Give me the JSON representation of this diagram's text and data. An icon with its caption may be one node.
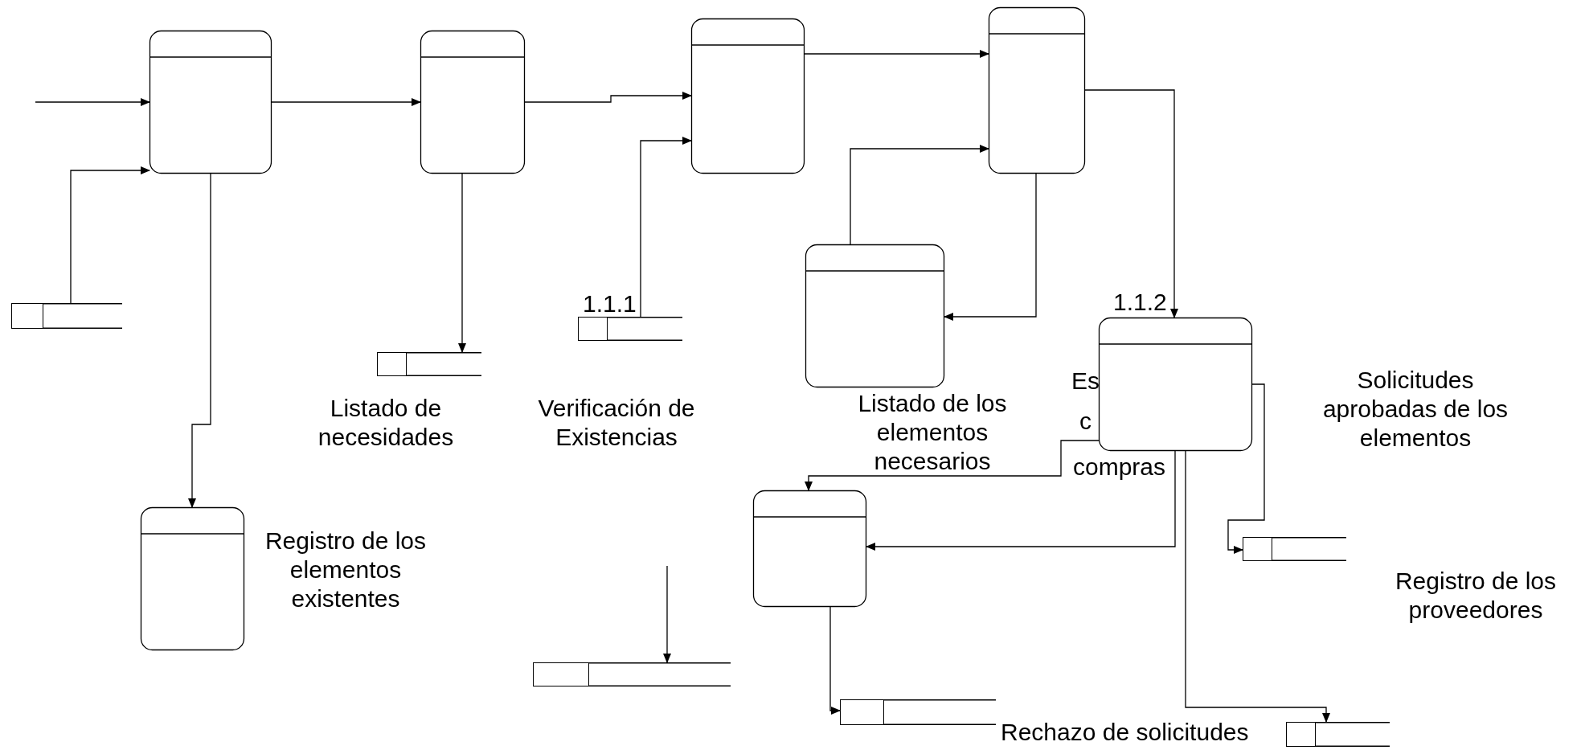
{
  "diagram": {
    "nodes": [
      {
        "text": [],
        "shape": "box"
      },
      {
        "text": [],
        "shape": "box"
      },
      {
        "text": [],
        "shape": "box"
      },
      {
        "text": [],
        "shape": "box"
      },
      {
        "text": [],
        "shape": "store"
      },
      {
        "text": [],
        "shape": "box"
      },
      {
        "text": [],
        "shape": "store"
      },
      {
        "text": [],
        "shape": "store"
      },
      {
        "text": [],
        "shape": "box"
      },
      {
        "text": [],
        "shape": "box"
      },
      {
        "text": [],
        "shape": "box"
      },
      {
        "text": [],
        "shape": "store"
      },
      {
        "text": [],
        "shape": "store"
      },
      {
        "text": [],
        "shape": "store"
      },
      {
        "text": [],
        "shape": "store"
      }
    ],
    "edges": [
      {
        "from": null,
        "to": 0,
        "arrow": "to"
      },
      {
        "from": 4,
        "to": 0,
        "arrow": "to"
      },
      {
        "from": 0,
        "to": 1,
        "arrow": "to"
      },
      {
        "from": 1,
        "to": 2,
        "arrow": "to"
      },
      {
        "from": 6,
        "to": 2,
        "arrow": "to"
      },
      {
        "from": 0,
        "to": 10,
        "arrow": "to"
      },
      {
        "from": 1,
        "to": 7,
        "arrow": "to"
      },
      {
        "from": 2,
        "to": 3,
        "arrow": "to"
      },
      {
        "from": 5,
        "to": 3,
        "arrow": "to"
      },
      {
        "from": 3,
        "to": 5,
        "arrow": "to"
      },
      {
        "from": 3,
        "to": 8,
        "arrow": "to"
      },
      {
        "from": 8,
        "to": 11,
        "arrow": "to"
      },
      {
        "from": 8,
        "to": 9,
        "arrow": "to"
      },
      {
        "from": 8,
        "to": 9,
        "arrow": "to"
      },
      {
        "from": 8,
        "to": 14,
        "arrow": "to"
      },
      {
        "from": 9,
        "to": 13,
        "arrow": "to"
      },
      {
        "from": null,
        "to": 12,
        "arrow": "to"
      }
    ],
    "labels": [
      "1.1.1",
      "1.1.2",
      "Listado de necesidades",
      "Verificación de Existencias",
      "Listado de los elementos necesarios",
      "Es",
      "c",
      "Solicitudes aprobadas de los elementos",
      "compras",
      "Registro de los elementos existentes",
      "Registro de los proveedores",
      "Rechazo de solicitudes"
    ]
  }
}
